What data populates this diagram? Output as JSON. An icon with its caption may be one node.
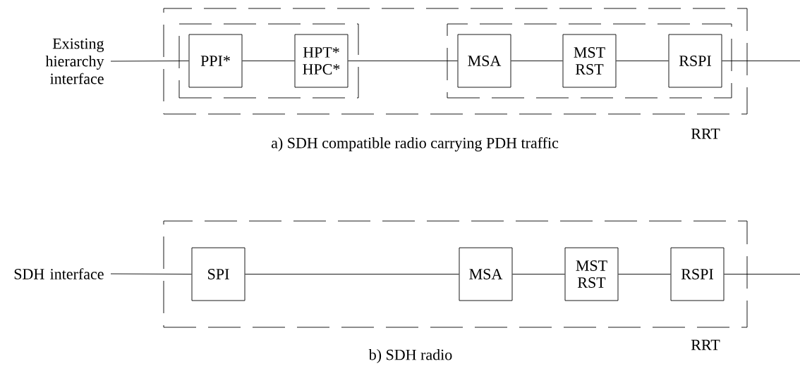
{
  "diagram": {
    "nodes": [
      {
        "text": [
          "Existing hierarchy interface"
        ]
      },
      {
        "text": [
          "RRT"
        ]
      },
      {
        "text": [],
        "shape": "box",
        "in": 1
      },
      {
        "text": [
          "PPI*"
        ],
        "in": 2
      },
      {
        "text": [
          "HPT* HPC*"
        ],
        "in": 2
      },
      {
        "text": [],
        "shape": "box",
        "in": 1
      },
      {
        "text": [
          "MSA"
        ],
        "in": 5
      },
      {
        "text": [
          "MST RST"
        ],
        "in": 5
      },
      {
        "text": [
          "RSPI"
        ],
        "in": 5
      },
      {
        "text": [
          "SDH interface"
        ]
      },
      {
        "text": [
          "RRT"
        ]
      },
      {
        "text": [
          "SPI"
        ],
        "in": 10
      },
      {
        "text": [
          "MSA"
        ],
        "in": 10
      },
      {
        "text": [
          "MST RST"
        ],
        "in": 10
      },
      {
        "text": [
          "RSPI"
        ],
        "in": 10
      }
    ],
    "edges": [
      {
        "from": 0,
        "to": 3,
        "arrow": "none"
      },
      {
        "from": 3,
        "to": 4,
        "arrow": "none"
      },
      {
        "from": 4,
        "to": 6,
        "arrow": "none"
      },
      {
        "from": 6,
        "to": 7,
        "arrow": "none"
      },
      {
        "from": 7,
        "to": 8,
        "arrow": "none"
      },
      {
        "from": 8,
        "to": null,
        "arrow": "none"
      },
      {
        "from": 9,
        "to": 11,
        "arrow": "none"
      },
      {
        "from": 11,
        "to": 12,
        "arrow": "none"
      },
      {
        "from": 12,
        "to": 13,
        "arrow": "none"
      },
      {
        "from": 13,
        "to": 14,
        "arrow": "none"
      },
      {
        "from": 14,
        "to": null,
        "arrow": "none"
      }
    ],
    "labels": [
      "a)  SDH compatible radio carrying PDH traffic",
      "b)  SDH radio"
    ]
  }
}
